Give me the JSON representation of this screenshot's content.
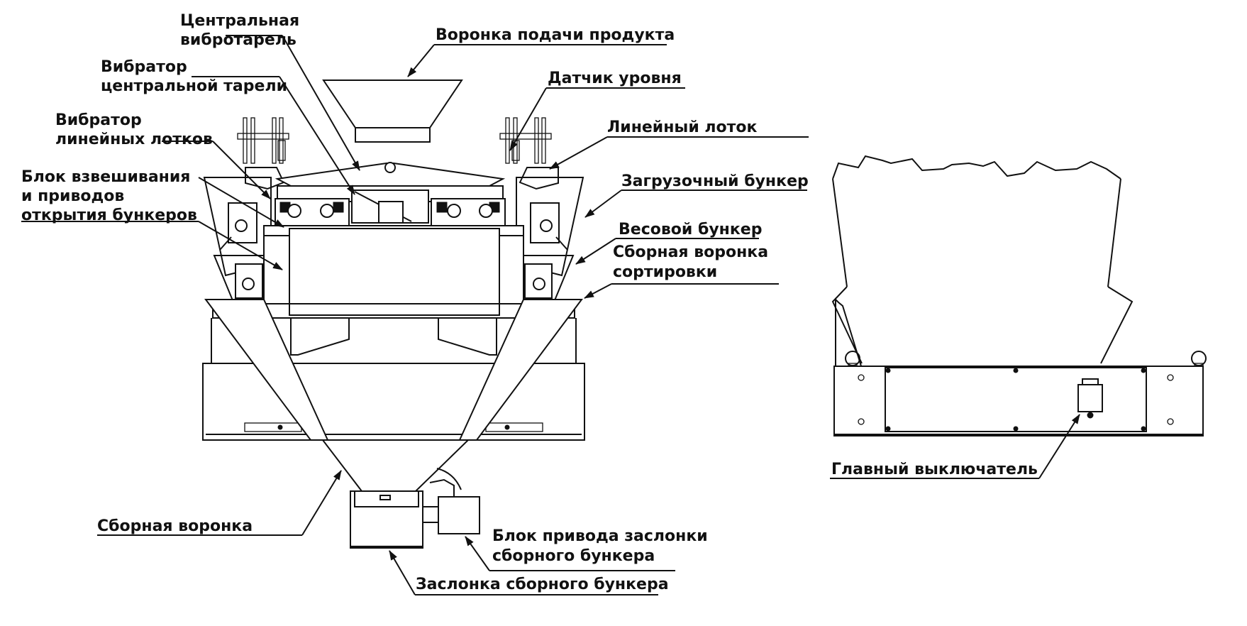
{
  "labels": {
    "central_plate_1": "Центральная",
    "central_plate_2": "вибротарель",
    "feed_funnel": "Воронка подачи продукта",
    "central_vibrator_1": "Вибратор",
    "central_vibrator_2": "центральной тарели",
    "level_sensor": "Датчик уровня",
    "linear_vibrator_1": "Вибратор",
    "linear_vibrator_2": "линейных лотков",
    "linear_tray": "Линейный лоток",
    "weigh_block_1": "Блок взвешивания",
    "weigh_block_2": "и приводов",
    "weigh_block_3": "открытия бункеров",
    "loading_hopper": "Загрузочный бункер",
    "weigh_hopper": "Весовой бункер",
    "sort_funnel_1": "Сборная воронка",
    "sort_funnel_2": "сортировки",
    "collect_funnel": "Сборная воронка",
    "gate_drive_1": "Блок привода заслонки",
    "gate_drive_2": "сборного бункера",
    "gate": "Заслонка сборного бункера",
    "main_switch": "Главный выключатель"
  }
}
